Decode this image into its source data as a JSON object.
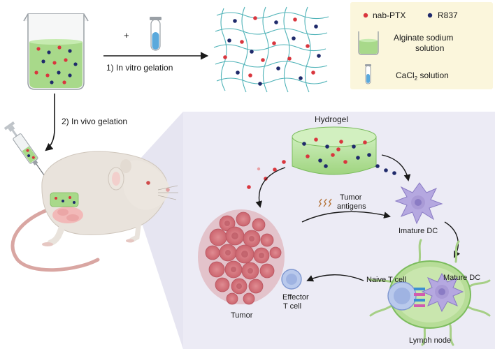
{
  "legend": {
    "nab_ptx": "nab-PTX",
    "r837": "R837",
    "alginate_line1": "Alginate sodium",
    "alginate_line2": "solution",
    "cacl2_main": "CaCl",
    "cacl2_sub": "2",
    "cacl2_tail": " solution"
  },
  "top": {
    "plus": "+",
    "in_vitro": "1) In vitro gelation"
  },
  "left": {
    "in_vivo": "2) In vivo gelation"
  },
  "panel": {
    "hydrogel": "Hydrogel",
    "tumor_antigens_1": "Tumor",
    "tumor_antigens_2": "antigens",
    "imature_dc": "Imature DC",
    "mature_dc": "Mature DC",
    "naive_t_cell": "Naive T cell",
    "lymph_node": "Lymph node",
    "effector_1": "Effector",
    "effector_2": "T cell",
    "tumor": "Tumor"
  },
  "colors": {
    "nab_ptx": "#d9363e",
    "r837": "#1f2a6b",
    "gel_green": "#a8d98a",
    "panel_bg": "#ecebf5",
    "legend_bg": "#fbf6dc",
    "tube_blue": "#5aa9dc",
    "tumor_pink": "#d97c84",
    "dc_purple": "#a99ad6",
    "mouse_body": "#e9e3dc",
    "tail_pink": "#d9a6a2"
  }
}
